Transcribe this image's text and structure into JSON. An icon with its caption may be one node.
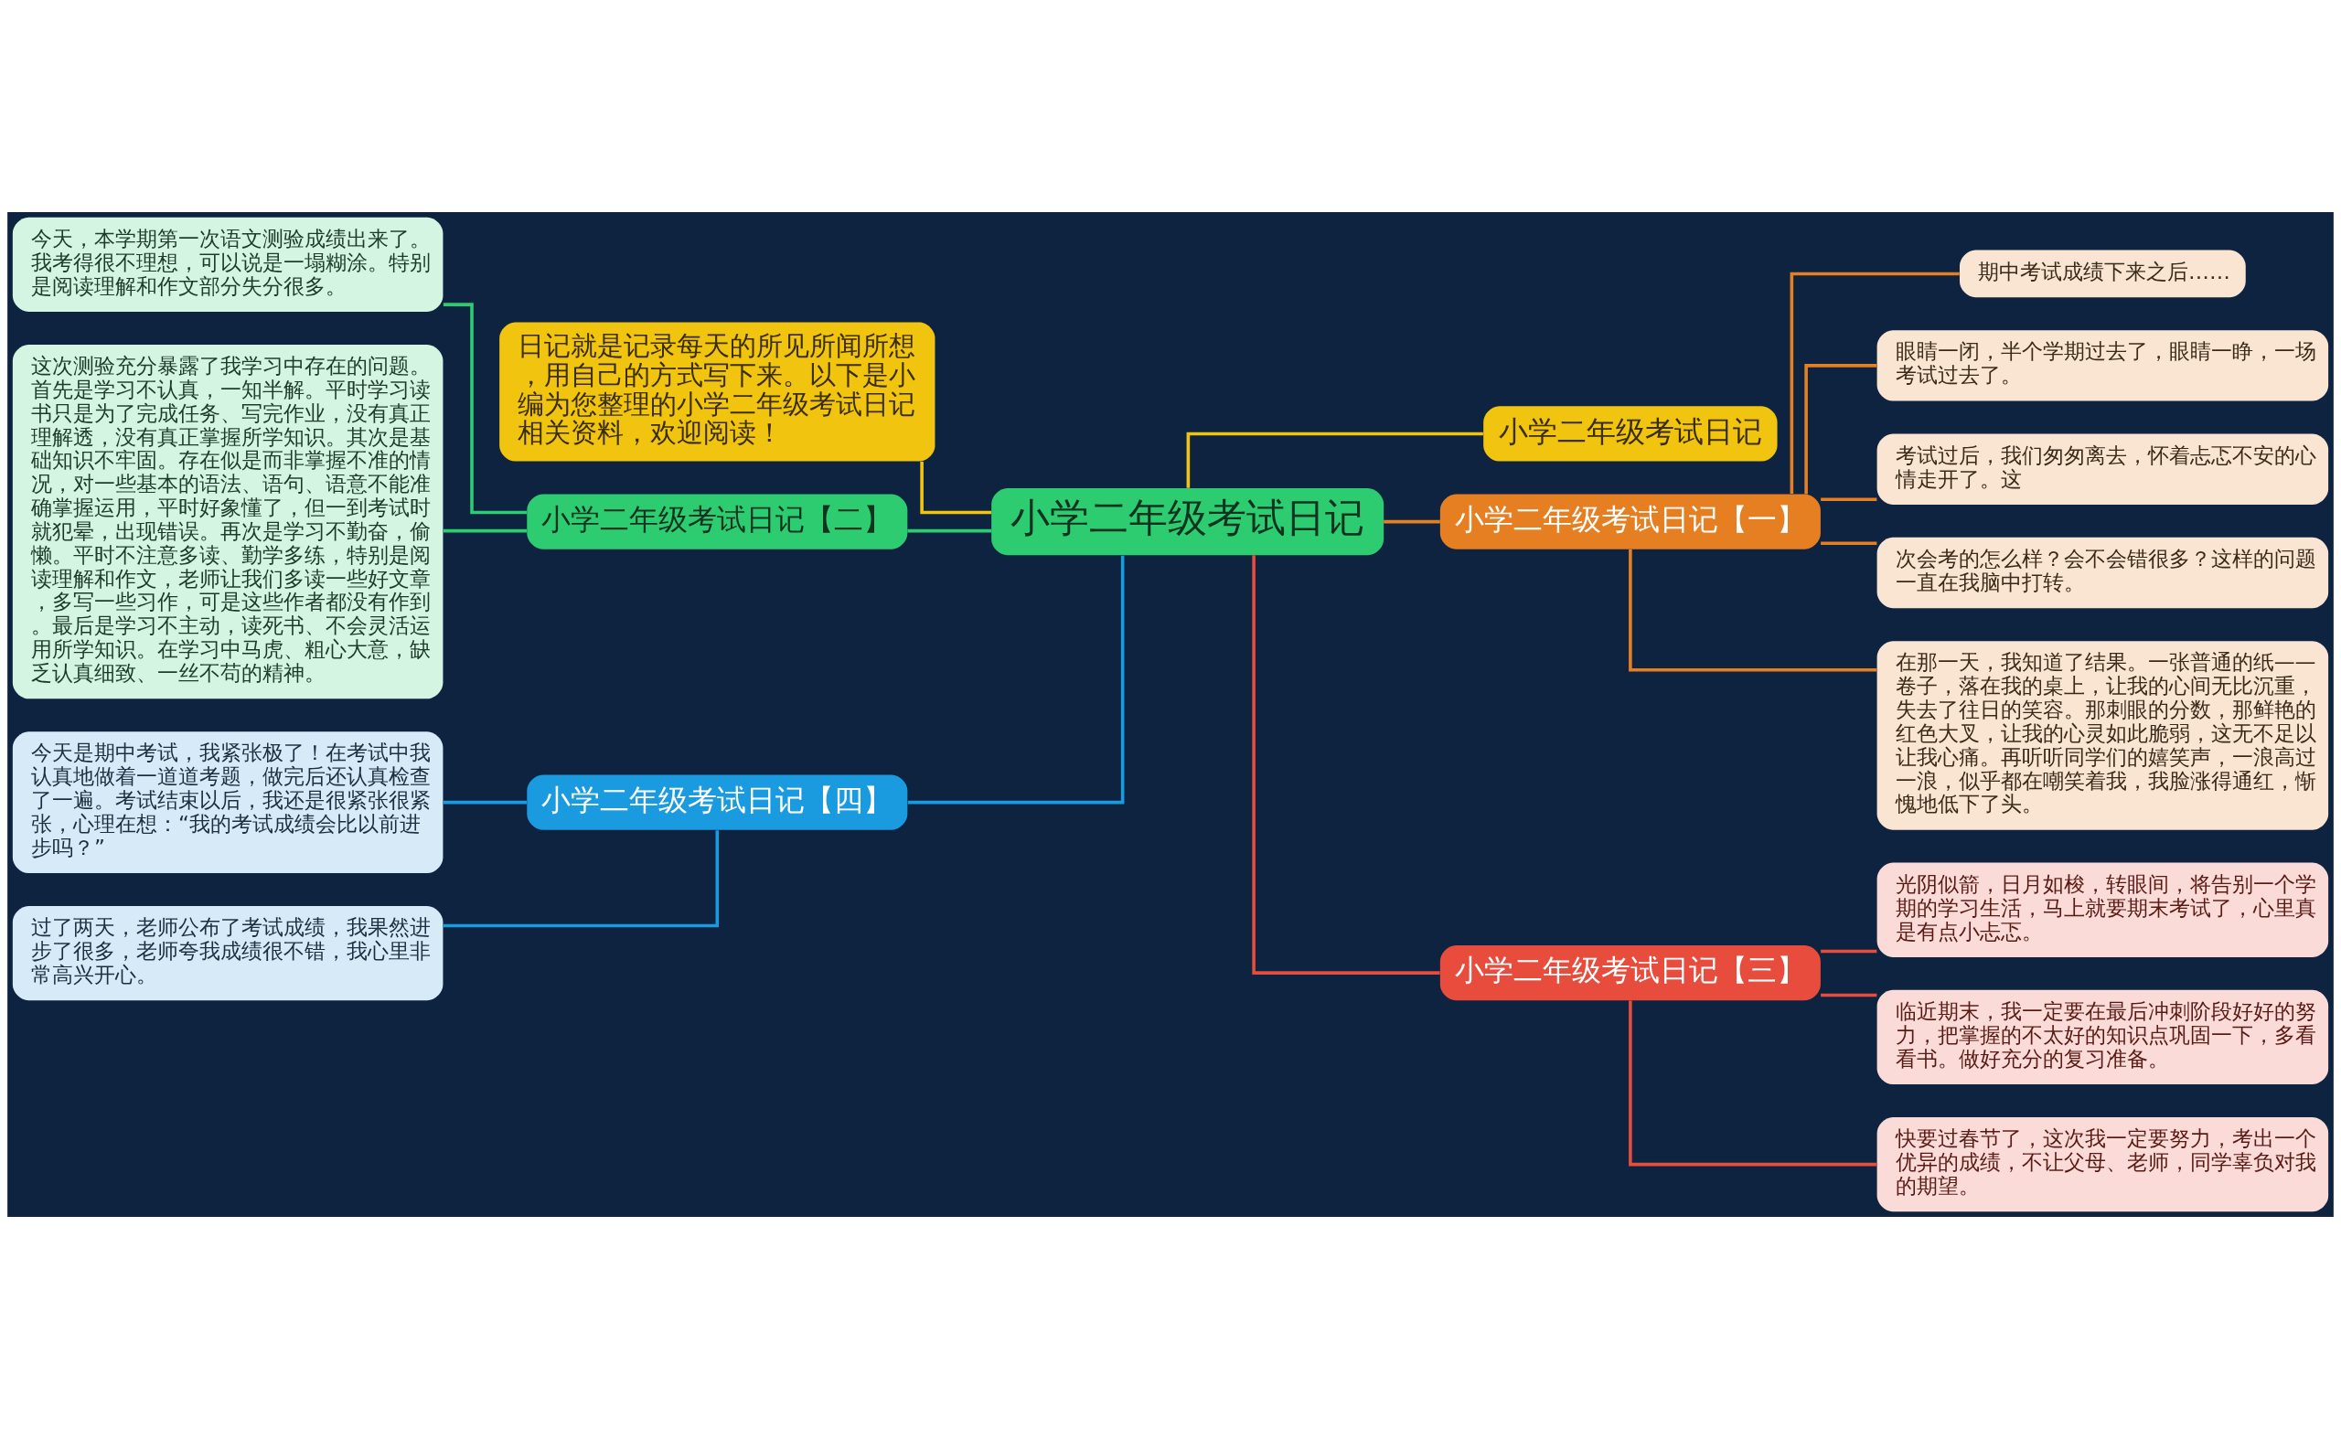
{
  "diagram": {
    "nodes": [
      {
        "text": [
          "小学二年级考试日记"
        ]
      },
      {
        "text": [
          "日记就是记录每天的所见所闻所想，用自己的方式写下来。以下是小编为您整理的小学二年级考试日记相关资料，欢迎阅读！"
        ]
      },
      {
        "text": [
          "小学二年级考试日记【二】"
        ]
      },
      {
        "text": [
          "今天，本学期第一次语文测验成绩出来了。我考得很不理想，可以说是一塌糊涂。特别是阅读理解和作文部分失分很多。"
        ]
      },
      {
        "text": [
          "这次测验充分暴露了我学习中存在的问题。首先是学习不认真，一知半解。平时学习读书只是为了完成任务、写完作业，没有真正理解透，没有真正掌握所学知识。其次是基础知识不牢固。存在似是而非掌握不准的情况，对一些基本的语法、语句、语意不能准确掌握运用，平时好象懂了，但一到考试时就犯晕，出现错误。再次是学习不勤奋，偷懒。平时不注意多读、勤学多练，特别是阅读理解和作文，老师让我们多读一些好文章，多写一些习作，可是这些作者都没有作到。最后是学习不主动，读死书、不会灵活运用所学知识。在学习中马虎、粗心大意，缺乏认真细致、一丝不苟的精神。"
        ]
      },
      {
        "text": [
          "小学二年级考试日记【四】"
        ]
      },
      {
        "text": [
          "今天是期中考试，我紧张极了！在考试中我认真地做着一道道考题，做完后还认真检查了一遍。考试结束以后，我还是很紧张很紧张，心理在想：“我的考试成绩会比以前进步吗？”"
        ]
      },
      {
        "text": [
          "过了两天，老师公布了考试成绩，我果然进步了很多，老师夸我成绩很不错，我心里非常高兴开心。"
        ]
      },
      {
        "text": [
          "小学二年级考试日记"
        ]
      },
      {
        "text": [
          "小学二年级考试日记【一】"
        ]
      },
      {
        "text": [
          "期中考试成绩下来之后……"
        ]
      },
      {
        "text": [
          "眼睛一闭，半个学期过去了，眼睛一睁，一场考试过去了。"
        ]
      },
      {
        "text": [
          "考试过后，我们匆匆离去，怀着忐忑不安的心情走开了。这"
        ]
      },
      {
        "text": [
          "次会考的怎么样？会不会错很多？这样的问题一直在我脑中打转。"
        ]
      },
      {
        "text": [
          "在那一天，我知道了结果。一张普通的纸——卷子，落在我的桌上，让我的心间无比沉重，失去了往日的笑容。那刺眼的分数，那鲜艳的红色大叉，让我的心灵如此脆弱，这无不足以让我心痛。再听听同学们的嬉笑声，一浪高过一浪，似乎都在嘲笑着我，我脸涨得通红，惭愧地低下了头。"
        ]
      },
      {
        "text": [
          "小学二年级考试日记【三】"
        ]
      },
      {
        "text": [
          "光阴似箭，日月如梭，转眼间，将告别一个学期的学习生活，马上就要期末考试了，心里真是有点小忐忑。"
        ]
      },
      {
        "text": [
          "临近期末，我一定要在最后冲刺阶段好好的努力，把掌握的不太好的知识点巩固一下，多看看书。做好充分的复习准备。"
        ]
      },
      {
        "text": [
          "快要过春节了，这次我一定要努力，考出一个优异的成绩，不让父母、老师，同学辜负对我的期望。"
        ]
      }
    ],
    "edges": [
      {
        "from": 0,
        "to": 1,
        "arrow": "none",
        "color": "#f1c40f"
      },
      {
        "from": 0,
        "to": 2,
        "arrow": "none",
        "color": "#2ecc71"
      },
      {
        "from": 2,
        "to": 3,
        "arrow": "none",
        "color": "#2ecc71"
      },
      {
        "from": 2,
        "to": 4,
        "arrow": "none",
        "color": "#2ecc71"
      },
      {
        "from": 0,
        "to": 5,
        "arrow": "none",
        "color": "#1a9be0"
      },
      {
        "from": 5,
        "to": 6,
        "arrow": "none",
        "color": "#1a9be0"
      },
      {
        "from": 5,
        "to": 7,
        "arrow": "none",
        "color": "#1a9be0"
      },
      {
        "from": 0,
        "to": 8,
        "arrow": "none",
        "color": "#f1c40f"
      },
      {
        "from": 0,
        "to": 9,
        "arrow": "none"
      },
      {
        "from": 9,
        "to": 10,
        "arrow": "none"
      },
      {
        "from": 9,
        "to": 11,
        "arrow": "none"
      },
      {
        "from": 9,
        "to": 12,
        "arrow": "none"
      },
      {
        "from": 9,
        "to": 13,
        "arrow": "none"
      },
      {
        "from": 9,
        "to": 14,
        "arrow": "none"
      },
      {
        "from": 0,
        "to": 15,
        "arrow": "none",
        "color": "#e74c3c"
      },
      {
        "from": 15,
        "to": 16,
        "arrow": "none",
        "color": "#e74c3c"
      },
      {
        "from": 15,
        "to": 17,
        "arrow": "none",
        "color": "#e74c3c"
      },
      {
        "from": 15,
        "to": 18,
        "arrow": "none",
        "color": "#e74c3c"
      }
    ]
  }
}
